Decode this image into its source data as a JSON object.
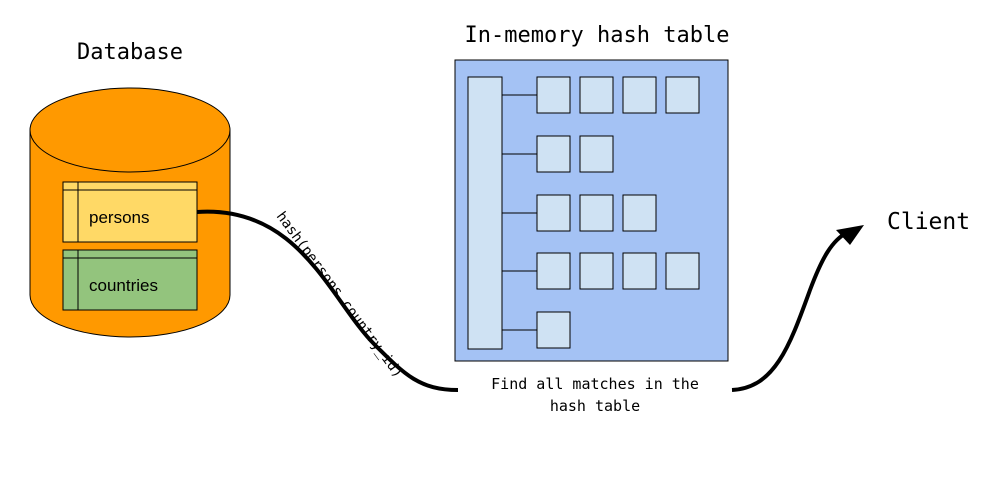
{
  "database": {
    "title": "Database",
    "tables": [
      "persons",
      "countries"
    ]
  },
  "hash_table": {
    "title": "In-memory hash table",
    "bucket_entry_counts": [
      4,
      2,
      3,
      4,
      1
    ]
  },
  "edge_label": "hash(persons.country_id)",
  "caption": [
    "Find all matches in the",
    "hash table"
  ],
  "client": {
    "label": "Client"
  },
  "colors": {
    "db_body": "#ff9900",
    "persons_table": "#ffd966",
    "countries_table": "#93c47d",
    "hash_panel": "#a4c2f4",
    "hash_cell": "#cfe2f3",
    "outline": "#000000"
  }
}
